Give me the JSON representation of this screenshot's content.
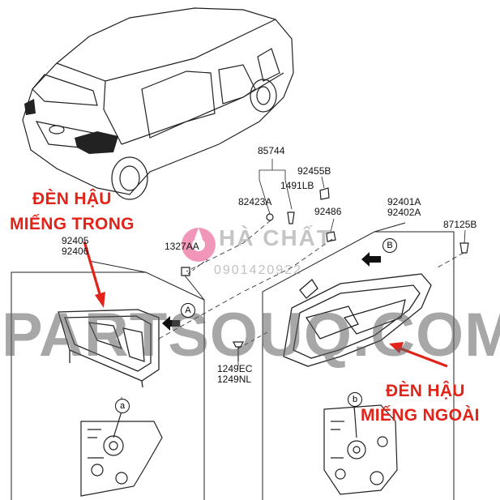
{
  "watermark": {
    "main": "PARTSOUQ.COM",
    "shop": "HÀ CHẤT",
    "phone": "0901420922"
  },
  "annotations": {
    "inner_line1": "ĐÈN HẬU",
    "inner_line2": "MIẾNG TRONG",
    "outer_line1": "ĐÈN HẬU",
    "outer_line2": "MIẾNG NGOÀI"
  },
  "parts": {
    "p85744": "85744",
    "p92455B": "92455B",
    "p1491LB": "1491LB",
    "p82423A": "82423A",
    "p92486": "92486",
    "p92401A": "92401A",
    "p92402A": "92402A",
    "p87125B": "87125B",
    "p92405": "92405",
    "p92406": "92406",
    "p1327AA": "1327AA",
    "p1249EC": "1249EC",
    "p1249NL": "1249NL"
  },
  "callouts": {
    "A": "A",
    "B": "B",
    "a": "a",
    "b": "b"
  },
  "colors": {
    "annotation_red": "#e2231a",
    "line": "#111111",
    "watermark_pink": "#e8528a"
  }
}
